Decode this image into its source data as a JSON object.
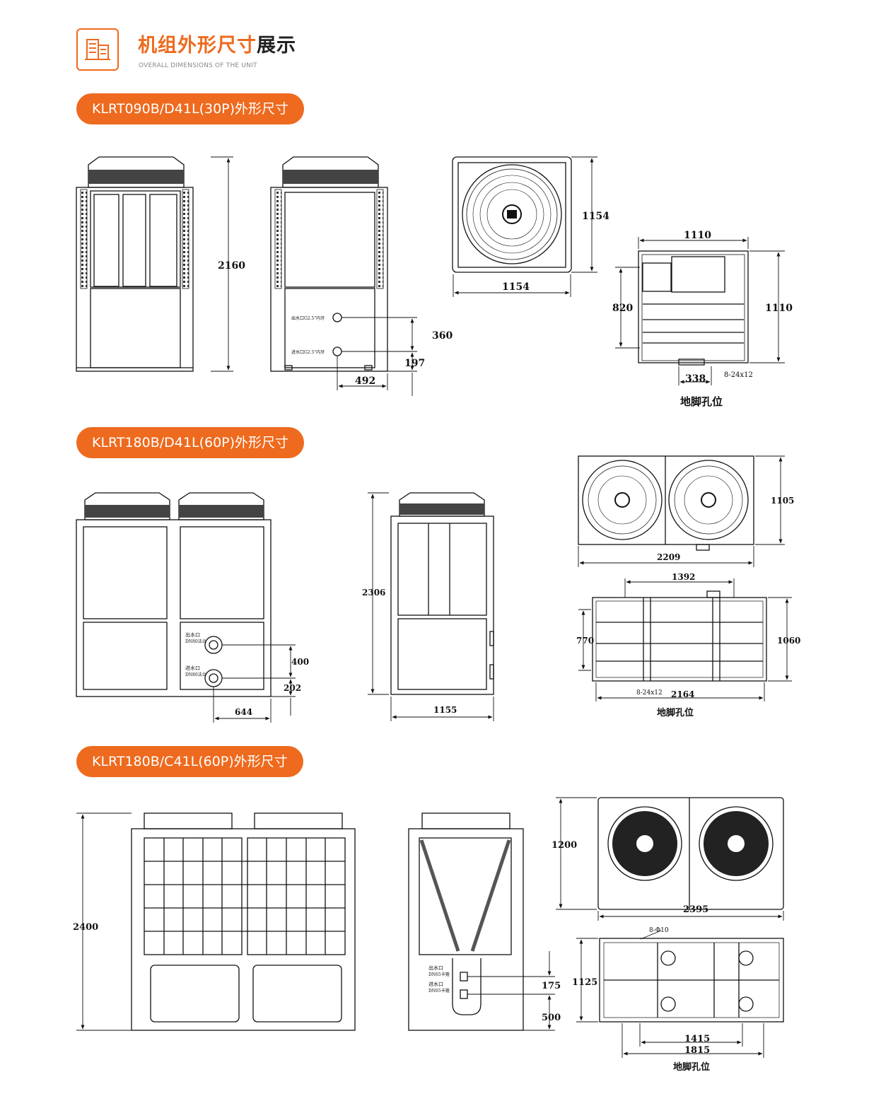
{
  "header": {
    "title_main": "机组外形尺寸",
    "title_accent": "展示",
    "subtitle": "OVERALL DIMENSIONS OF THE UNIT",
    "icon": "building-icon",
    "accent_color": "#ee6a1e"
  },
  "sections": [
    {
      "title": "KLRT090B/D41L(30P)外形尺寸",
      "dims": {
        "height": "2160",
        "top_side_h": "1154",
        "top_w": "1154",
        "base_w": "1110",
        "base_h": "1110",
        "base_inner_h": "820",
        "pipe_span": "360",
        "pipe_low": "197",
        "pipe_offset": "492",
        "foot_span": "338",
        "foot_holes": "8-24x12"
      },
      "labels": {
        "outlet": "出水口G2.5\"内牙",
        "inlet": "进水口G2.5\"内牙",
        "foot": "地脚孔位"
      }
    },
    {
      "title": "KLRT180B/D41L(60P)外形尺寸",
      "dims": {
        "height": "2306",
        "pipe_upper": "400",
        "pipe_lower": "202",
        "pipe_offset": "644",
        "side_w": "1155",
        "top_h": "1105",
        "top_w": "2209",
        "base_span": "1392",
        "base_inner_h": "770",
        "base_h": "1060",
        "base_w": "2164",
        "foot_holes": "8-24x12"
      },
      "labels": {
        "outlet_a": "出水口",
        "outlet_b": "DN80法兰",
        "inlet_a": "进水口",
        "inlet_b": "DN80法兰",
        "foot": "地脚孔位"
      }
    },
    {
      "title": "KLRT180B/C41L(60P)外形尺寸",
      "dims": {
        "height": "2400",
        "pipe_upper": "175",
        "pipe_lower": "500",
        "top_h": "1200",
        "top_w": "2395",
        "base_h": "1125",
        "base_span_inner": "1415",
        "base_span_outer": "1815",
        "foot_holes": "8-Φ10"
      },
      "labels": {
        "outlet_a": "出水口",
        "outlet_b": "DN65卡箍",
        "inlet_a": "进水口",
        "inlet_b": "DN65卡箍",
        "foot": "地脚孔位"
      }
    }
  ]
}
